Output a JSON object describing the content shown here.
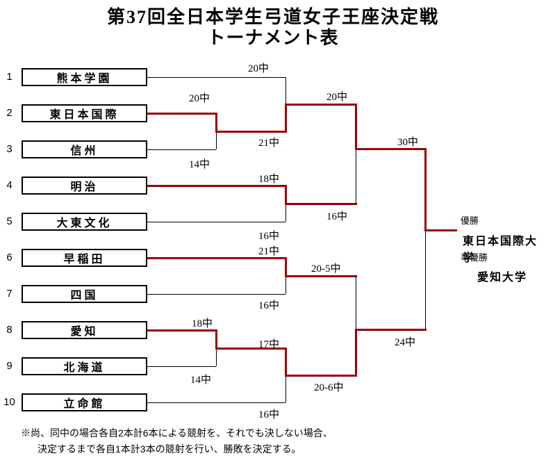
{
  "title": {
    "line1": "第37回全日本学生弓道女子王座決定戦",
    "line2": "トーナメント表"
  },
  "colors": {
    "winner_path": "#990000",
    "line": "#000000",
    "background": "#ffffff"
  },
  "bracket": {
    "teams": [
      {
        "seed": "1",
        "name": "熊本学園"
      },
      {
        "seed": "2",
        "name": "東日本国際"
      },
      {
        "seed": "3",
        "name": "信州"
      },
      {
        "seed": "4",
        "name": "明治"
      },
      {
        "seed": "5",
        "name": "大東文化"
      },
      {
        "seed": "6",
        "name": "早稲田"
      },
      {
        "seed": "7",
        "name": "四国"
      },
      {
        "seed": "8",
        "name": "愛知"
      },
      {
        "seed": "9",
        "name": "北海道"
      },
      {
        "seed": "10",
        "name": "立命館"
      }
    ],
    "scores": [
      {
        "text": "20中"
      },
      {
        "text": "20中"
      },
      {
        "text": "21中"
      },
      {
        "text": "14中"
      },
      {
        "text": "18中"
      },
      {
        "text": "16中"
      },
      {
        "text": "20中"
      },
      {
        "text": "16中"
      },
      {
        "text": "30中"
      },
      {
        "text": "21中"
      },
      {
        "text": "16中"
      },
      {
        "text": "20-5中"
      },
      {
        "text": "18中"
      },
      {
        "text": "17中"
      },
      {
        "text": "14中"
      },
      {
        "text": "20-6中"
      },
      {
        "text": "16中"
      },
      {
        "text": "24中"
      }
    ]
  },
  "results": {
    "champion_label": "優勝",
    "champion": "東日本国際大学",
    "runner_up_label": "準優勝",
    "runner_up": "愛知大学"
  },
  "footnote": {
    "line1": "※尚、同中の場合各自2本計6本による競射を、それでも決しない場合、",
    "line2": "決定するまで各自1本計3本の競射を行い、勝敗を決定する。"
  }
}
